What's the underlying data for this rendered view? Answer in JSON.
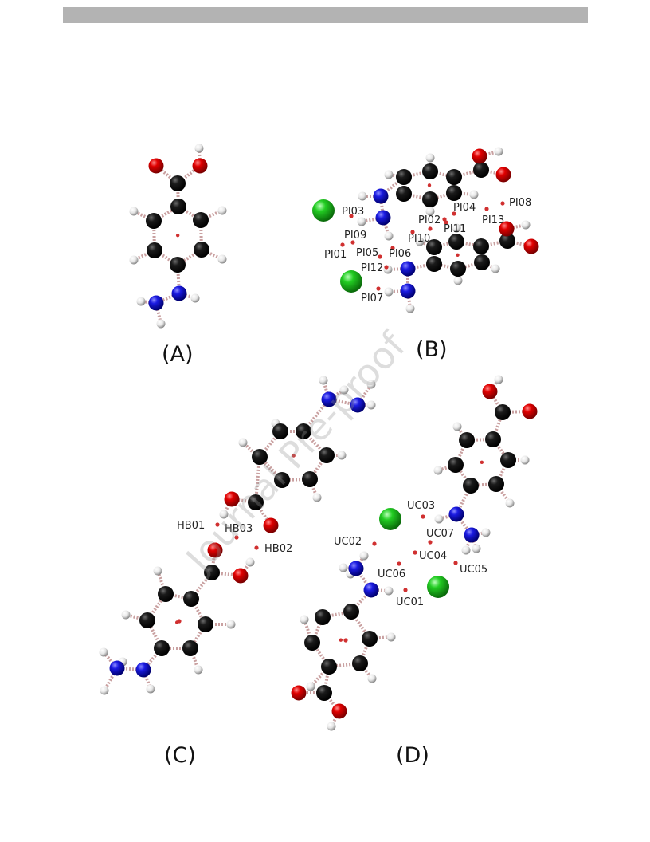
{
  "page": {
    "watermark": "Journal Pre-proof"
  },
  "panels": {
    "a": "(A)",
    "b": "(B)",
    "c": "(C)",
    "d": "(D)"
  },
  "labels": {
    "b": [
      "PI03",
      "PI02",
      "PI04",
      "PI08",
      "PI13",
      "PI09",
      "PI11",
      "PI10",
      "PI01",
      "PI05",
      "PI06",
      "PI12",
      "PI07"
    ],
    "c": [
      "HB01",
      "HB03",
      "HB02"
    ],
    "d": [
      "UC03",
      "UC07",
      "UC02",
      "UC04",
      "UC05",
      "UC06",
      "UC01"
    ]
  },
  "colors": {
    "carbon": "#111111",
    "oxygen": "#d10000",
    "nitrogen": "#1a1ad9",
    "hydrogen": "#f0f0f0",
    "chloride": "#22cc22",
    "site": "#d03030",
    "bond": "#c9a0a0"
  }
}
